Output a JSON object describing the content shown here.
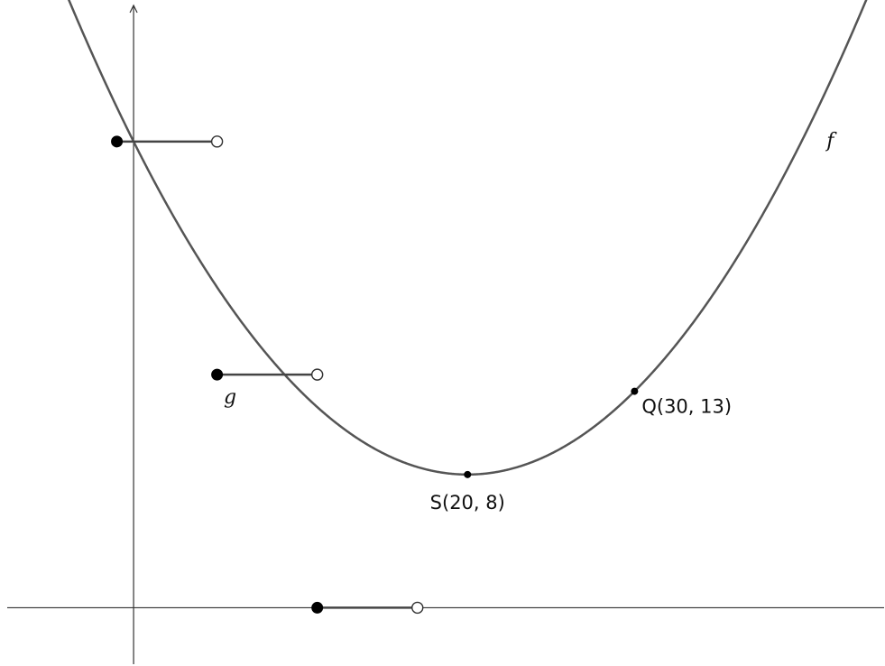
{
  "chart_data": {
    "type": "line",
    "functions": [
      {
        "name": "f",
        "kind": "parabola",
        "vertex": {
          "x": 20,
          "y": 8
        },
        "passes_through": {
          "x": 30,
          "y": 13
        }
      },
      {
        "name": "g",
        "kind": "step",
        "segments": [
          {
            "x_start": -1,
            "x_end": 5,
            "y": 28,
            "start_closed": true,
            "end_closed": false
          },
          {
            "x_start": 5,
            "x_end": 11,
            "y": 14,
            "start_closed": true,
            "end_closed": false
          },
          {
            "x_start": 11,
            "x_end": 17,
            "y": 0,
            "start_closed": true,
            "end_closed": false
          }
        ]
      }
    ],
    "points": [
      {
        "id": "S",
        "label": "S(20, 8)",
        "x": 20,
        "y": 8
      },
      {
        "id": "Q",
        "label": "Q(30, 13)",
        "x": 30,
        "y": 13
      }
    ],
    "xlim": [
      -8,
      45
    ],
    "ylim": [
      -3.5,
      36.5
    ],
    "grid": false
  },
  "labels": {
    "f": "f",
    "g": "g"
  },
  "colors": {
    "curve": "#555555",
    "axis": "#333333",
    "step": "#444444"
  }
}
